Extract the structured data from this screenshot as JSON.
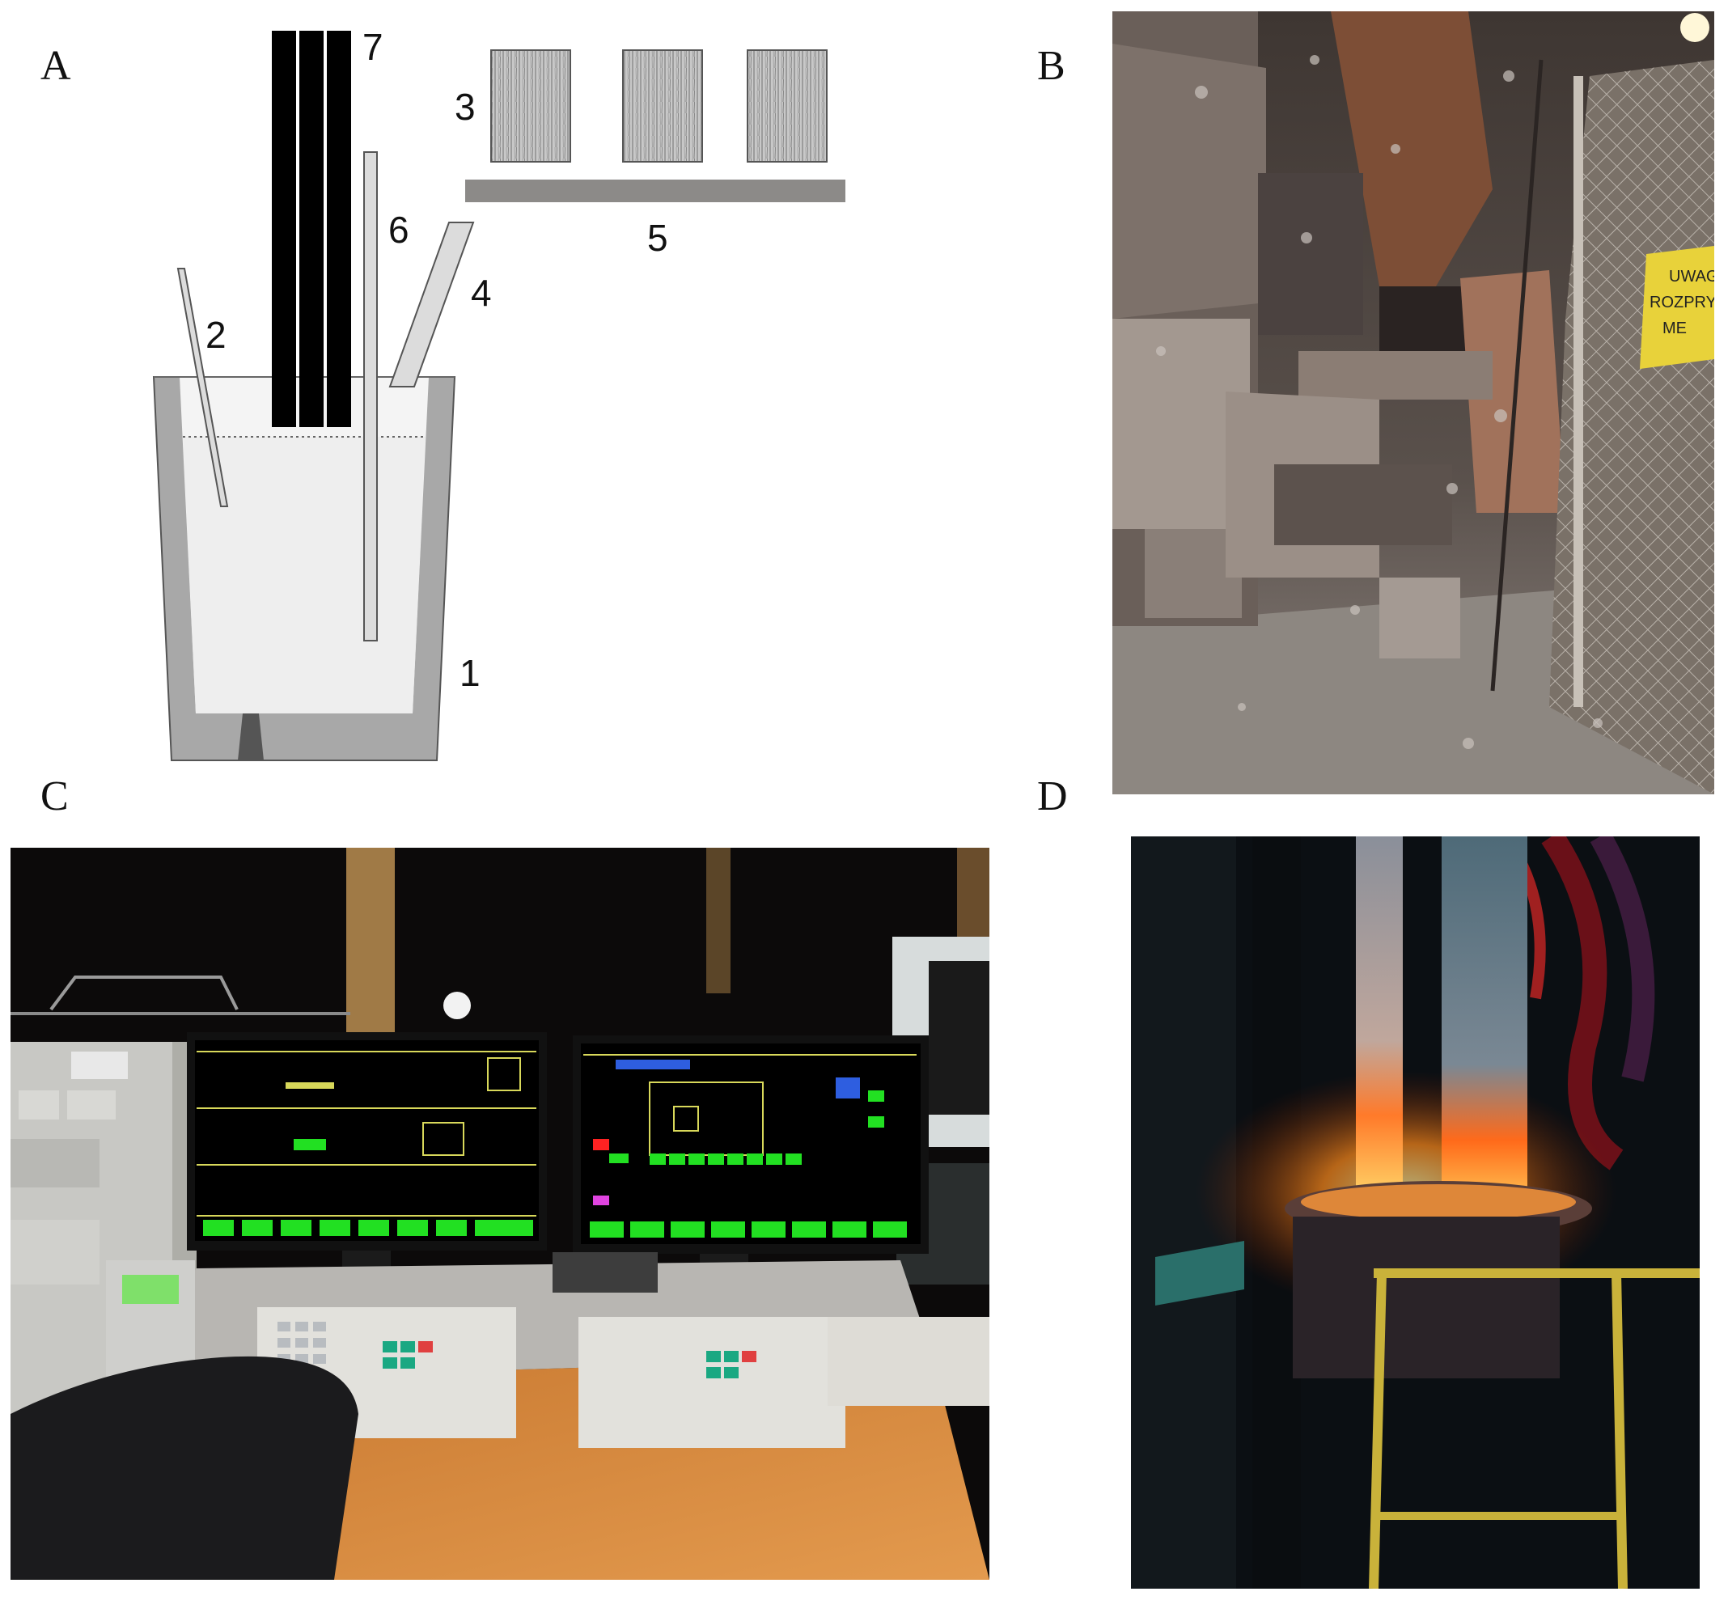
{
  "panels": {
    "a": {
      "letter": "A"
    },
    "b": {
      "letter": "B"
    },
    "c": {
      "letter": "C"
    },
    "d": {
      "letter": "D"
    }
  },
  "diagram": {
    "labels": {
      "ladle": "1",
      "thermocouple": "2",
      "alloy_bins": "3",
      "chute": "4",
      "conveyor": "5",
      "lance": "6",
      "electrodes": "7"
    }
  },
  "photo_b": {
    "sign_line1": "UWAG",
    "sign_line2": "ROZPRY",
    "sign_line3": "ME"
  },
  "colors": {
    "ladle_wall": "#a8a8a8",
    "melt": "#eeeeee",
    "electrode": "#000000",
    "conveyor": "#8c8a88",
    "screen_green": "#22e022",
    "glow": "#ff8a1a"
  }
}
